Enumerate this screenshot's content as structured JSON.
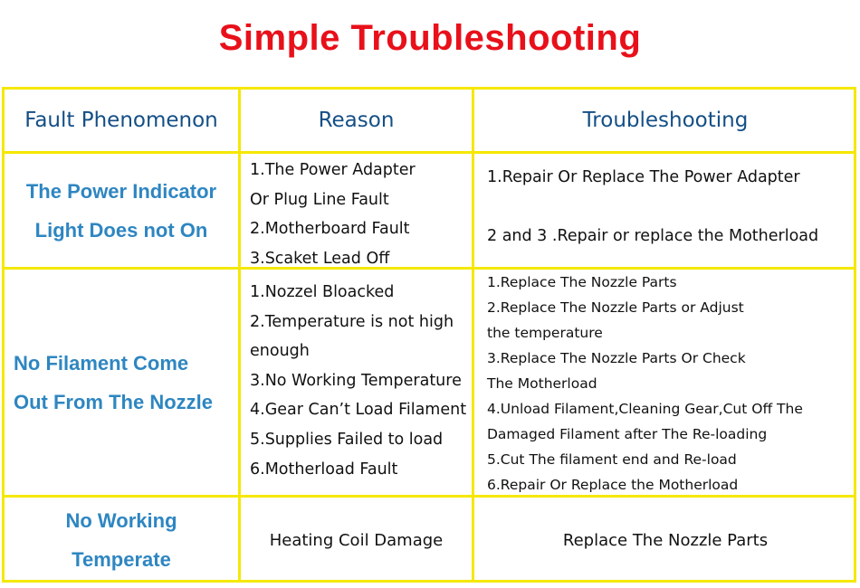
{
  "title": "Simple Troubleshooting",
  "headers": {
    "fault": "Fault Phenomenon",
    "reason": "Reason",
    "fix": "Troubleshooting"
  },
  "rows": [
    {
      "fault": [
        "The Power Indicator",
        "Light Does not On"
      ],
      "reasons": [
        "1.The Power Adapter",
        "Or Plug Line Fault",
        "2.Motherboard Fault",
        "3.Scaket Lead Off"
      ],
      "fixes": [
        "1.Repair Or Replace The Power Adapter",
        "2 and 3 .Repair or replace the Motherload"
      ]
    },
    {
      "fault": [
        "No Filament Come",
        "Out From The Nozzle"
      ],
      "reasons": [
        "1.Nozzel Bloacked",
        "2.Temperature is not high",
        "enough",
        "3.No Working Temperature",
        "4.Gear Can’t Load Filament",
        "5.Supplies Failed to load",
        "6.Motherload Fault"
      ],
      "fixes": [
        "1.Replace The Nozzle Parts",
        "2.Replace The Nozzle Parts or Adjust",
        "the temperature",
        "3.Replace The Nozzle Parts Or Check",
        "The Motherload",
        "4.Unload Filament,Cleaning Gear,Cut Off The",
        "Damaged Filament after The Re-loading",
        "5.Cut The filament end and Re-load",
        "6.Repair Or Replace the Motherload"
      ]
    },
    {
      "fault": [
        "No Working",
        "Temperate"
      ],
      "reasons": [
        "Heating Coil Damage"
      ],
      "fixes": [
        "Replace The Nozzle Parts"
      ]
    }
  ],
  "colors": {
    "title": "#e8101a",
    "header_text": "#144f86",
    "fault_text": "#2e86c1",
    "border": "#f5e800"
  }
}
